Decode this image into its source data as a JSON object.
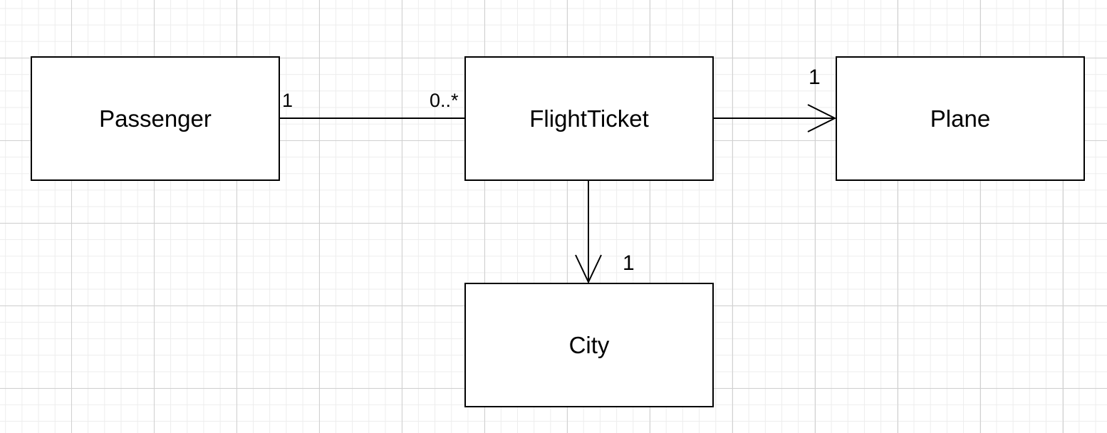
{
  "classes": {
    "passenger": "Passenger",
    "flight_ticket": "FlightTicket",
    "plane": "Plane",
    "city": "City"
  },
  "associations": {
    "passenger_ticket": {
      "source_multiplicity": "1",
      "target_multiplicity": "0..*"
    },
    "ticket_plane": {
      "target_multiplicity": "1"
    },
    "ticket_city": {
      "target_multiplicity": "1"
    }
  },
  "colors": {
    "stroke": "#000000",
    "fill": "#ffffff",
    "grid_major": "#d0d0d0",
    "grid_minor": "#ededed"
  }
}
